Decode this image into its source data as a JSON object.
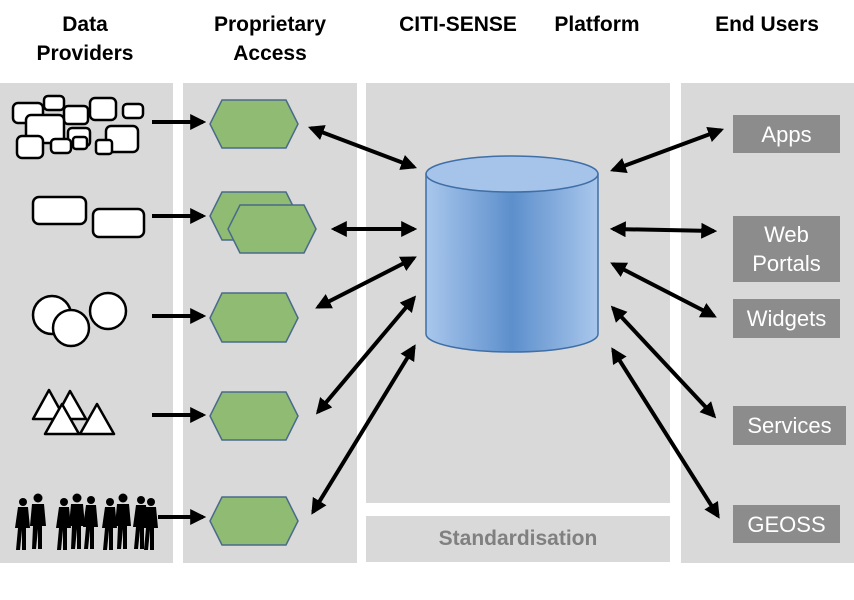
{
  "columns": {
    "providers": "Data\nProviders",
    "access": "Proprietary\nAccess",
    "platform_left": "CITI-SENSE",
    "platform_right": "Platform",
    "users": "End Users"
  },
  "standardisation_label": "Standardisation",
  "end_users": [
    {
      "label": "Apps"
    },
    {
      "label": "Web\nPortals"
    },
    {
      "label": "Widgets"
    },
    {
      "label": "Services"
    },
    {
      "label": "GEOSS"
    }
  ],
  "colors": {
    "panel": "#d9d9d9",
    "user_box": "#8c8c8c",
    "access_hexagon": "#8fbc72",
    "database": "#7aa6d8"
  },
  "icons": [
    "database-icon",
    "hexagon-icon",
    "rounded-rect-icon",
    "circle-icon",
    "triangle-icon",
    "people-silhouette-icon",
    "arrow-icon",
    "double-arrow-icon"
  ]
}
